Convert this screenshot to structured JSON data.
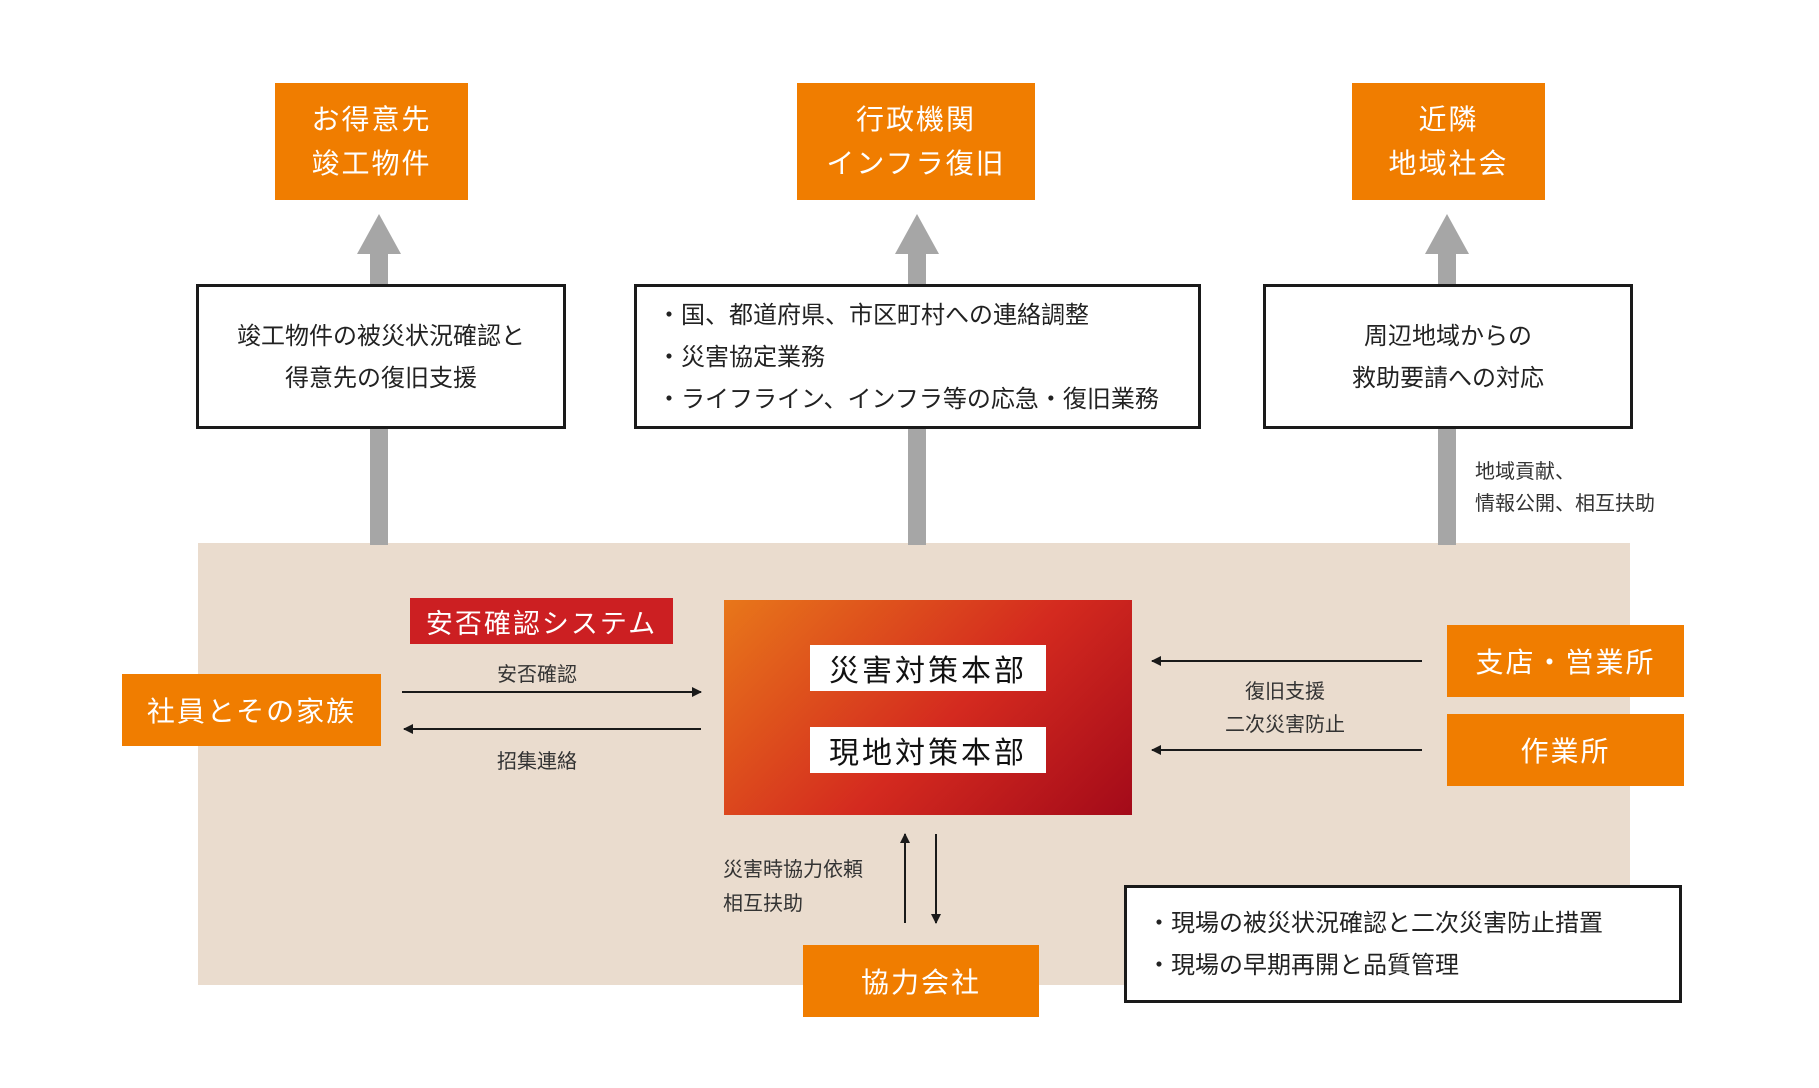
{
  "top_boxes": {
    "customers": {
      "lines": [
        "お得意先",
        "竣工物件"
      ]
    },
    "government": {
      "lines": [
        "行政機関",
        "インフラ復旧"
      ]
    },
    "neighborhood": {
      "lines": [
        "近隣",
        "地域社会"
      ]
    }
  },
  "desc_boxes": {
    "customers": {
      "lines": [
        "竣工物件の被災状況確認と",
        "得意先の復旧支援"
      ]
    },
    "government": {
      "lines": [
        "・国、都道府県、市区町村への連絡調整",
        "・災害協定業務",
        "・ライフライン、インフラ等の応急・復旧業務"
      ]
    },
    "neighborhood": {
      "lines": [
        "周辺地域からの",
        "救助要請への対応"
      ]
    }
  },
  "community_note": {
    "lines": [
      "地域貢献、",
      "情報公開、相互扶助"
    ]
  },
  "safety_system": {
    "label": "安否確認システム"
  },
  "employees": {
    "label": "社員とその家族"
  },
  "employee_flows": {
    "to_hq": "安否確認",
    "from_hq": "招集連絡"
  },
  "hq": {
    "main": "災害対策本部",
    "field": "現地対策本部"
  },
  "branches": {
    "branch_office": "支店・営業所",
    "worksite": "作業所"
  },
  "branch_flows": {
    "lines": [
      "復旧支援",
      "二次災害防止"
    ]
  },
  "partner_flows": {
    "lines": [
      "災害時協力依頼",
      "相互扶助"
    ]
  },
  "partners": {
    "label": "協力会社"
  },
  "site_note": {
    "lines": [
      "・現場の被災状況確認と二次災害防止措置",
      "・現場の早期再開と品質管理"
    ]
  },
  "colors": {
    "orange": "#f07d00",
    "arrow_gray": "#a6a6a6",
    "panel_beige": "#eadcce",
    "badge_red": "#cc1f22"
  }
}
